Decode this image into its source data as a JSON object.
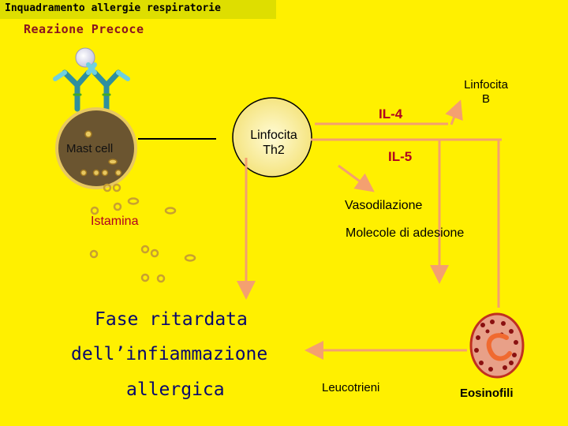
{
  "header": {
    "title": "Inquadramento allergie respiratorie"
  },
  "slide": {
    "subtitle": "Reazione Precoce",
    "mast_cell_label": "Mast cell",
    "th2_label_line1": "Linfocita",
    "th2_label_line2": "Th2",
    "il4_label": "IL-4",
    "il5_label": "IL-5",
    "linfocita_b_line1": "Linfocita",
    "linfocita_b_line2": "B",
    "istamina_label": "Istamina",
    "vasodilazione_label": "Vasodilazione",
    "molecole_label": "Molecole di adesione",
    "fase_line1": "Fase ritardata",
    "fase_line2": "dell’infiammazione",
    "fase_line3": "allergica",
    "leucotrieni_label": "Leucotrieni",
    "eosinofili_label": "Eosinofili"
  },
  "colors": {
    "background": "#fff000",
    "arrow": "#f4a070",
    "red_text": "#b00020",
    "navy_text": "#08086e",
    "mast_cell": "#6b5530",
    "th2_cell": "#fff6a8",
    "eosinophil": "#c03020"
  },
  "icons": [
    "antibody-icon",
    "allergen-icon",
    "granule-icon",
    "eosinophil-icon"
  ]
}
